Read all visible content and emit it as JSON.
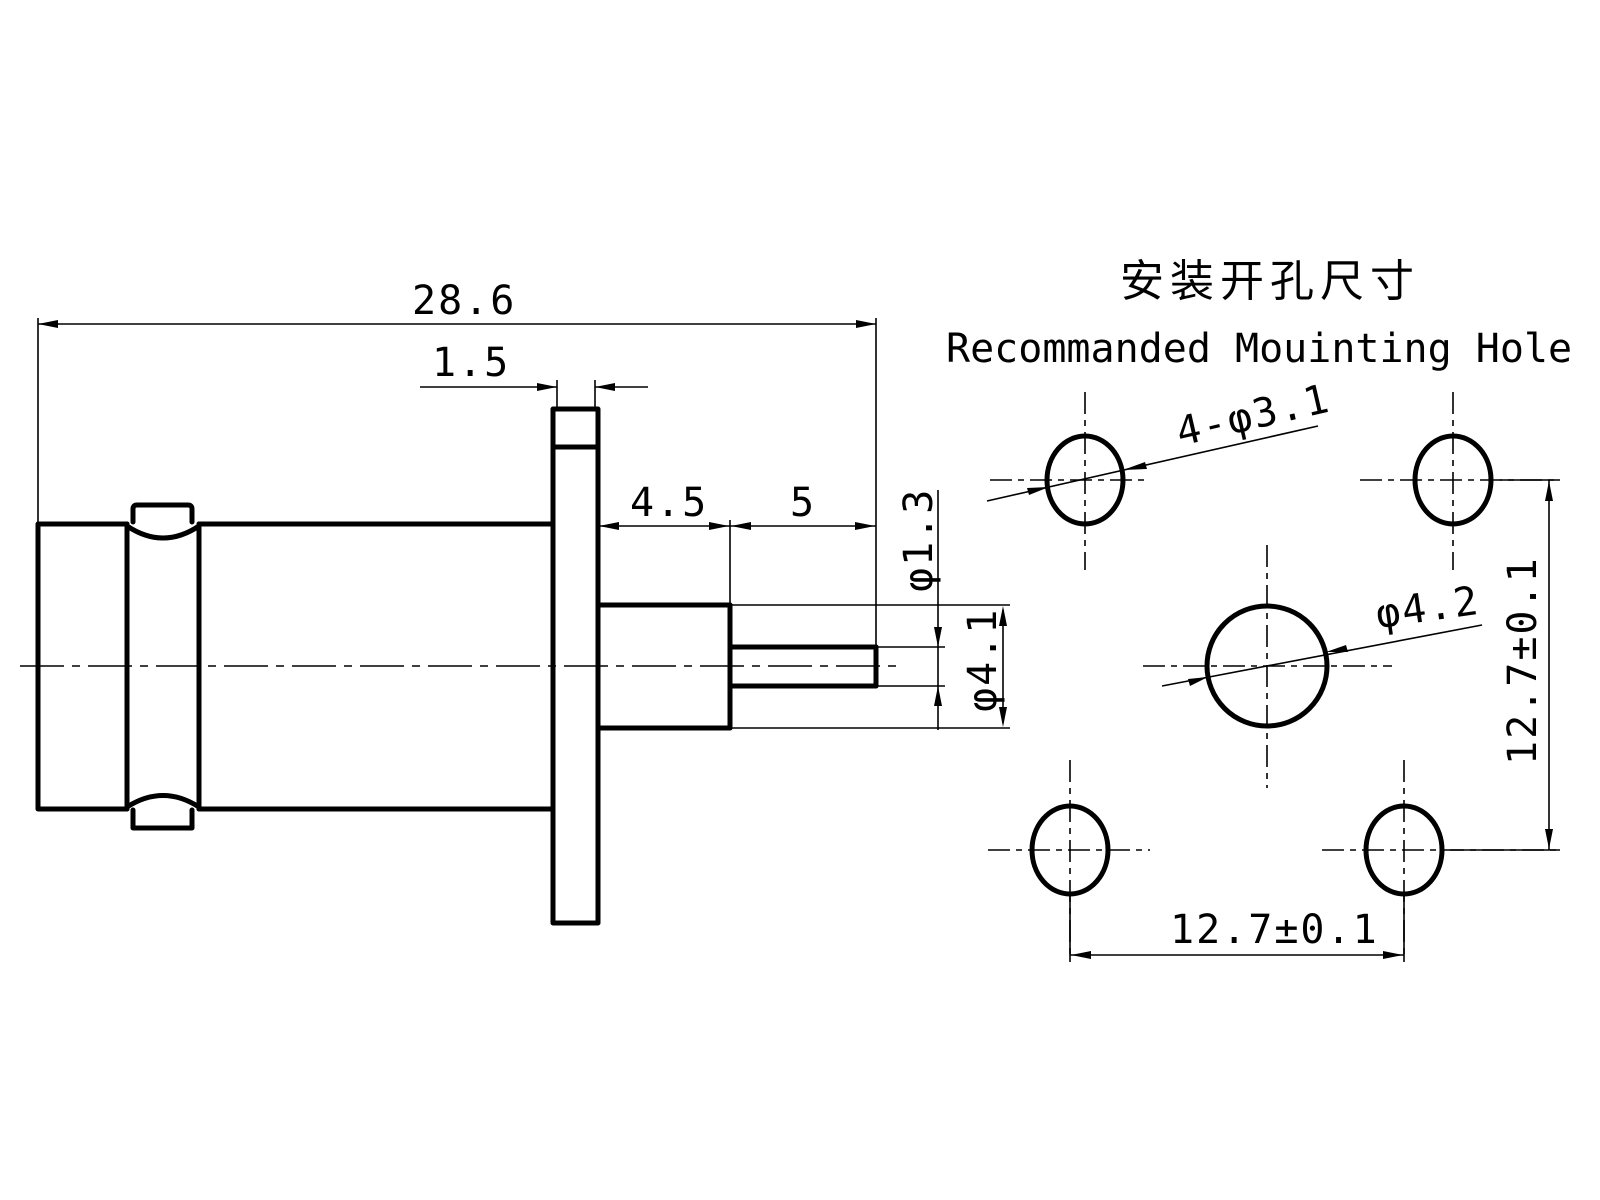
{
  "drawing": {
    "subject": "Flange-mount connector with mounting hole pattern",
    "units": "mm",
    "side_view": {
      "dimensions": {
        "overall_length": "28.6",
        "flange_thickness": "1.5",
        "insulator_length": "4.5",
        "pin_length": "5",
        "pin_diameter": "φ1.3",
        "insulator_diameter": "φ4.1"
      }
    },
    "mounting_hole": {
      "title_cn": "安装开孔尺寸",
      "title_en": "Recommanded Mouinting Hole",
      "corner_holes_label": "4-φ3.1",
      "center_hole_label": "φ4.2",
      "horizontal_spacing": "12.7±0.1",
      "vertical_spacing": "12.7±0.1"
    }
  }
}
